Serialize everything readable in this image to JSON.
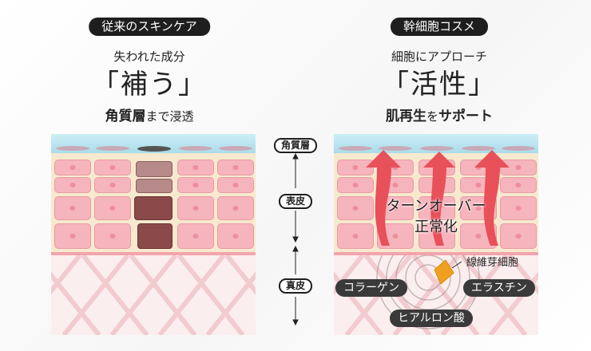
{
  "left": {
    "pill": "従来のスキンケア",
    "subtitle": "失われた成分",
    "headline": "「補う」",
    "tagline_bold": "角質層",
    "tagline_rest": "まで浸透"
  },
  "right": {
    "pill": "幹細胞コスメ",
    "subtitle": "細胞にアプローチ",
    "headline": "「活性」",
    "tagline_1": "肌再生",
    "tagline_2": "を",
    "tagline_3": "サポート",
    "turnover_line1": "ターンオーバー",
    "turnover_line2": "正常化",
    "fibroblast_label": "線維芽細胞",
    "collagen": "コラーゲン",
    "elastin": "エラスチン",
    "hyaluronic": "ヒアルロン酸"
  },
  "layers": {
    "stratum_corneum": "角質層",
    "epidermis": "表皮",
    "dermis": "真皮"
  },
  "colors": {
    "pill_bg": "#1e1e1e",
    "arrow_red": "#e8505a",
    "cell_pink": "#f6b4bc",
    "horny_blue": "#a9dcea",
    "fibroblast_orange": "#f0a020"
  }
}
